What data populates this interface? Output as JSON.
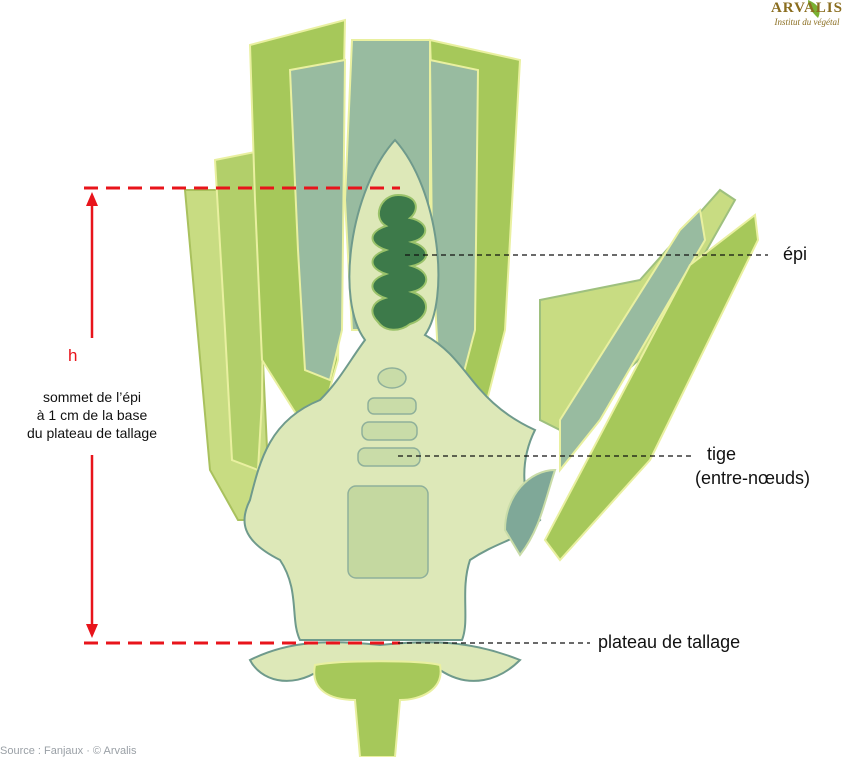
{
  "brand": {
    "name": "ARVALIS",
    "subtitle": "Institut du végétal"
  },
  "labels": {
    "epi": "épi",
    "tige_1": "tige",
    "tige_2": "(entre-nœuds)",
    "plateau": "plateau de tallage",
    "h": "h",
    "measure_line1": "sommet de l’épi",
    "measure_line2": "à 1 cm de la base",
    "measure_line3": "du plateau de tallage"
  },
  "footer": "Source : Fanjaux · © Arvalis",
  "colors": {
    "leaf_light": "#c8dc82",
    "leaf_mid": "#a6c85a",
    "sheath_blue": "#98bba0",
    "tissue": "#dde8b8",
    "spike": "#2f6b3b",
    "measure_red": "#e8141b",
    "outline": "#6f9a8c"
  },
  "icons": {
    "brand_leaf": "leaf-icon"
  }
}
